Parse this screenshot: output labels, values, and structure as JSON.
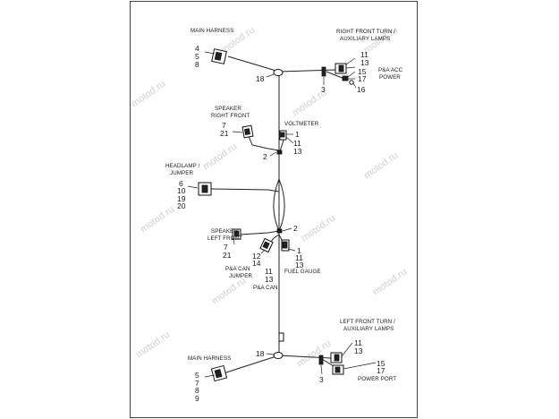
{
  "watermark": "motod.ru",
  "labels": {
    "main_harness_top": "MAIN HARNESS",
    "rf_turn_1": "RIGHT FRONT TURN /",
    "rf_turn_2": "AUXILIARY LAMPS",
    "pa_acc_1": "P&A ACC",
    "pa_acc_2": "POWER",
    "speaker_rf_1": "SPEAKER",
    "speaker_rf_2": "RIGHT FRONT",
    "voltmeter": "VOLTMETER",
    "headlamp_1": "HEADLAMP /",
    "headlamp_2": "JUMPER",
    "speaker_lf_1": "SPEAKER",
    "speaker_lf_2": "LEFT FRONT",
    "pa_can_jumper_1": "P&A CAN",
    "pa_can_jumper_2": "JUMPER",
    "pa_can": "P&A CAN",
    "fuel_gauge": "FUEL GAUGE",
    "lf_turn_1": "LEFT FRONT TURN /",
    "lf_turn_2": "AUXILIARY LAMPS",
    "power_port": "POWER PORT",
    "main_harness_bottom": "MAIN HARNESS"
  },
  "callouts": {
    "mh_top_4": "4",
    "mh_top_5": "5",
    "mh_top_8": "8",
    "top_18": "18",
    "top_3": "3",
    "rf_11": "11",
    "rf_13": "13",
    "acc_15": "15",
    "acc_17": "17",
    "acc_16": "16",
    "sp_rf_7": "7",
    "sp_rf_21": "21",
    "sp_rf_2": "2",
    "vm_1": "1",
    "vm_11": "11",
    "vm_13": "13",
    "hl_6": "6",
    "hl_10": "10",
    "hl_19": "19",
    "hl_20": "20",
    "sp_lf_2": "2",
    "sp_lf_7": "7",
    "sp_lf_21": "21",
    "pcj_12": "12",
    "pcj_14": "14",
    "pc_11": "11",
    "pc_13": "13",
    "fg_1": "1",
    "fg_11": "11",
    "fg_13": "13",
    "bot_18": "18",
    "bot_3": "3",
    "lf_11": "11",
    "lf_13": "13",
    "pp_15": "15",
    "pp_17": "17",
    "mh_bot_5": "5",
    "mh_bot_7": "7",
    "mh_bot_8": "8",
    "mh_bot_9": "9"
  }
}
